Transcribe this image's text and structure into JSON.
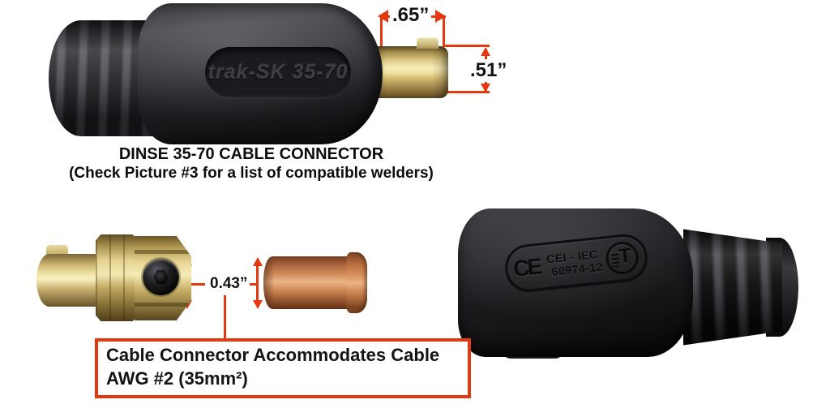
{
  "colors": {
    "accent_red": "#e6380f",
    "text": "#141414",
    "background": "#ffffff"
  },
  "top_view": {
    "emboss_label": "trak-SK 35-70",
    "dimensions": {
      "tip_length": ".65”",
      "tip_diameter": ".51”"
    },
    "caption": {
      "line1": "DINSE 35-70 CABLE CONNECTOR",
      "line2": "(Check Picture #3 for a list of compatible welders)"
    }
  },
  "detail_view": {
    "dimension_bore": "0.43”",
    "callout": {
      "line1": "Cable Connector Accommodates Cable",
      "line2": "AWG #2 (35mm²)"
    }
  },
  "rear_view": {
    "ce_mark": "CE",
    "standard": {
      "line1": "CEI - IEC",
      "line2": "60974-12"
    },
    "cert_logo_glyph": "T"
  }
}
